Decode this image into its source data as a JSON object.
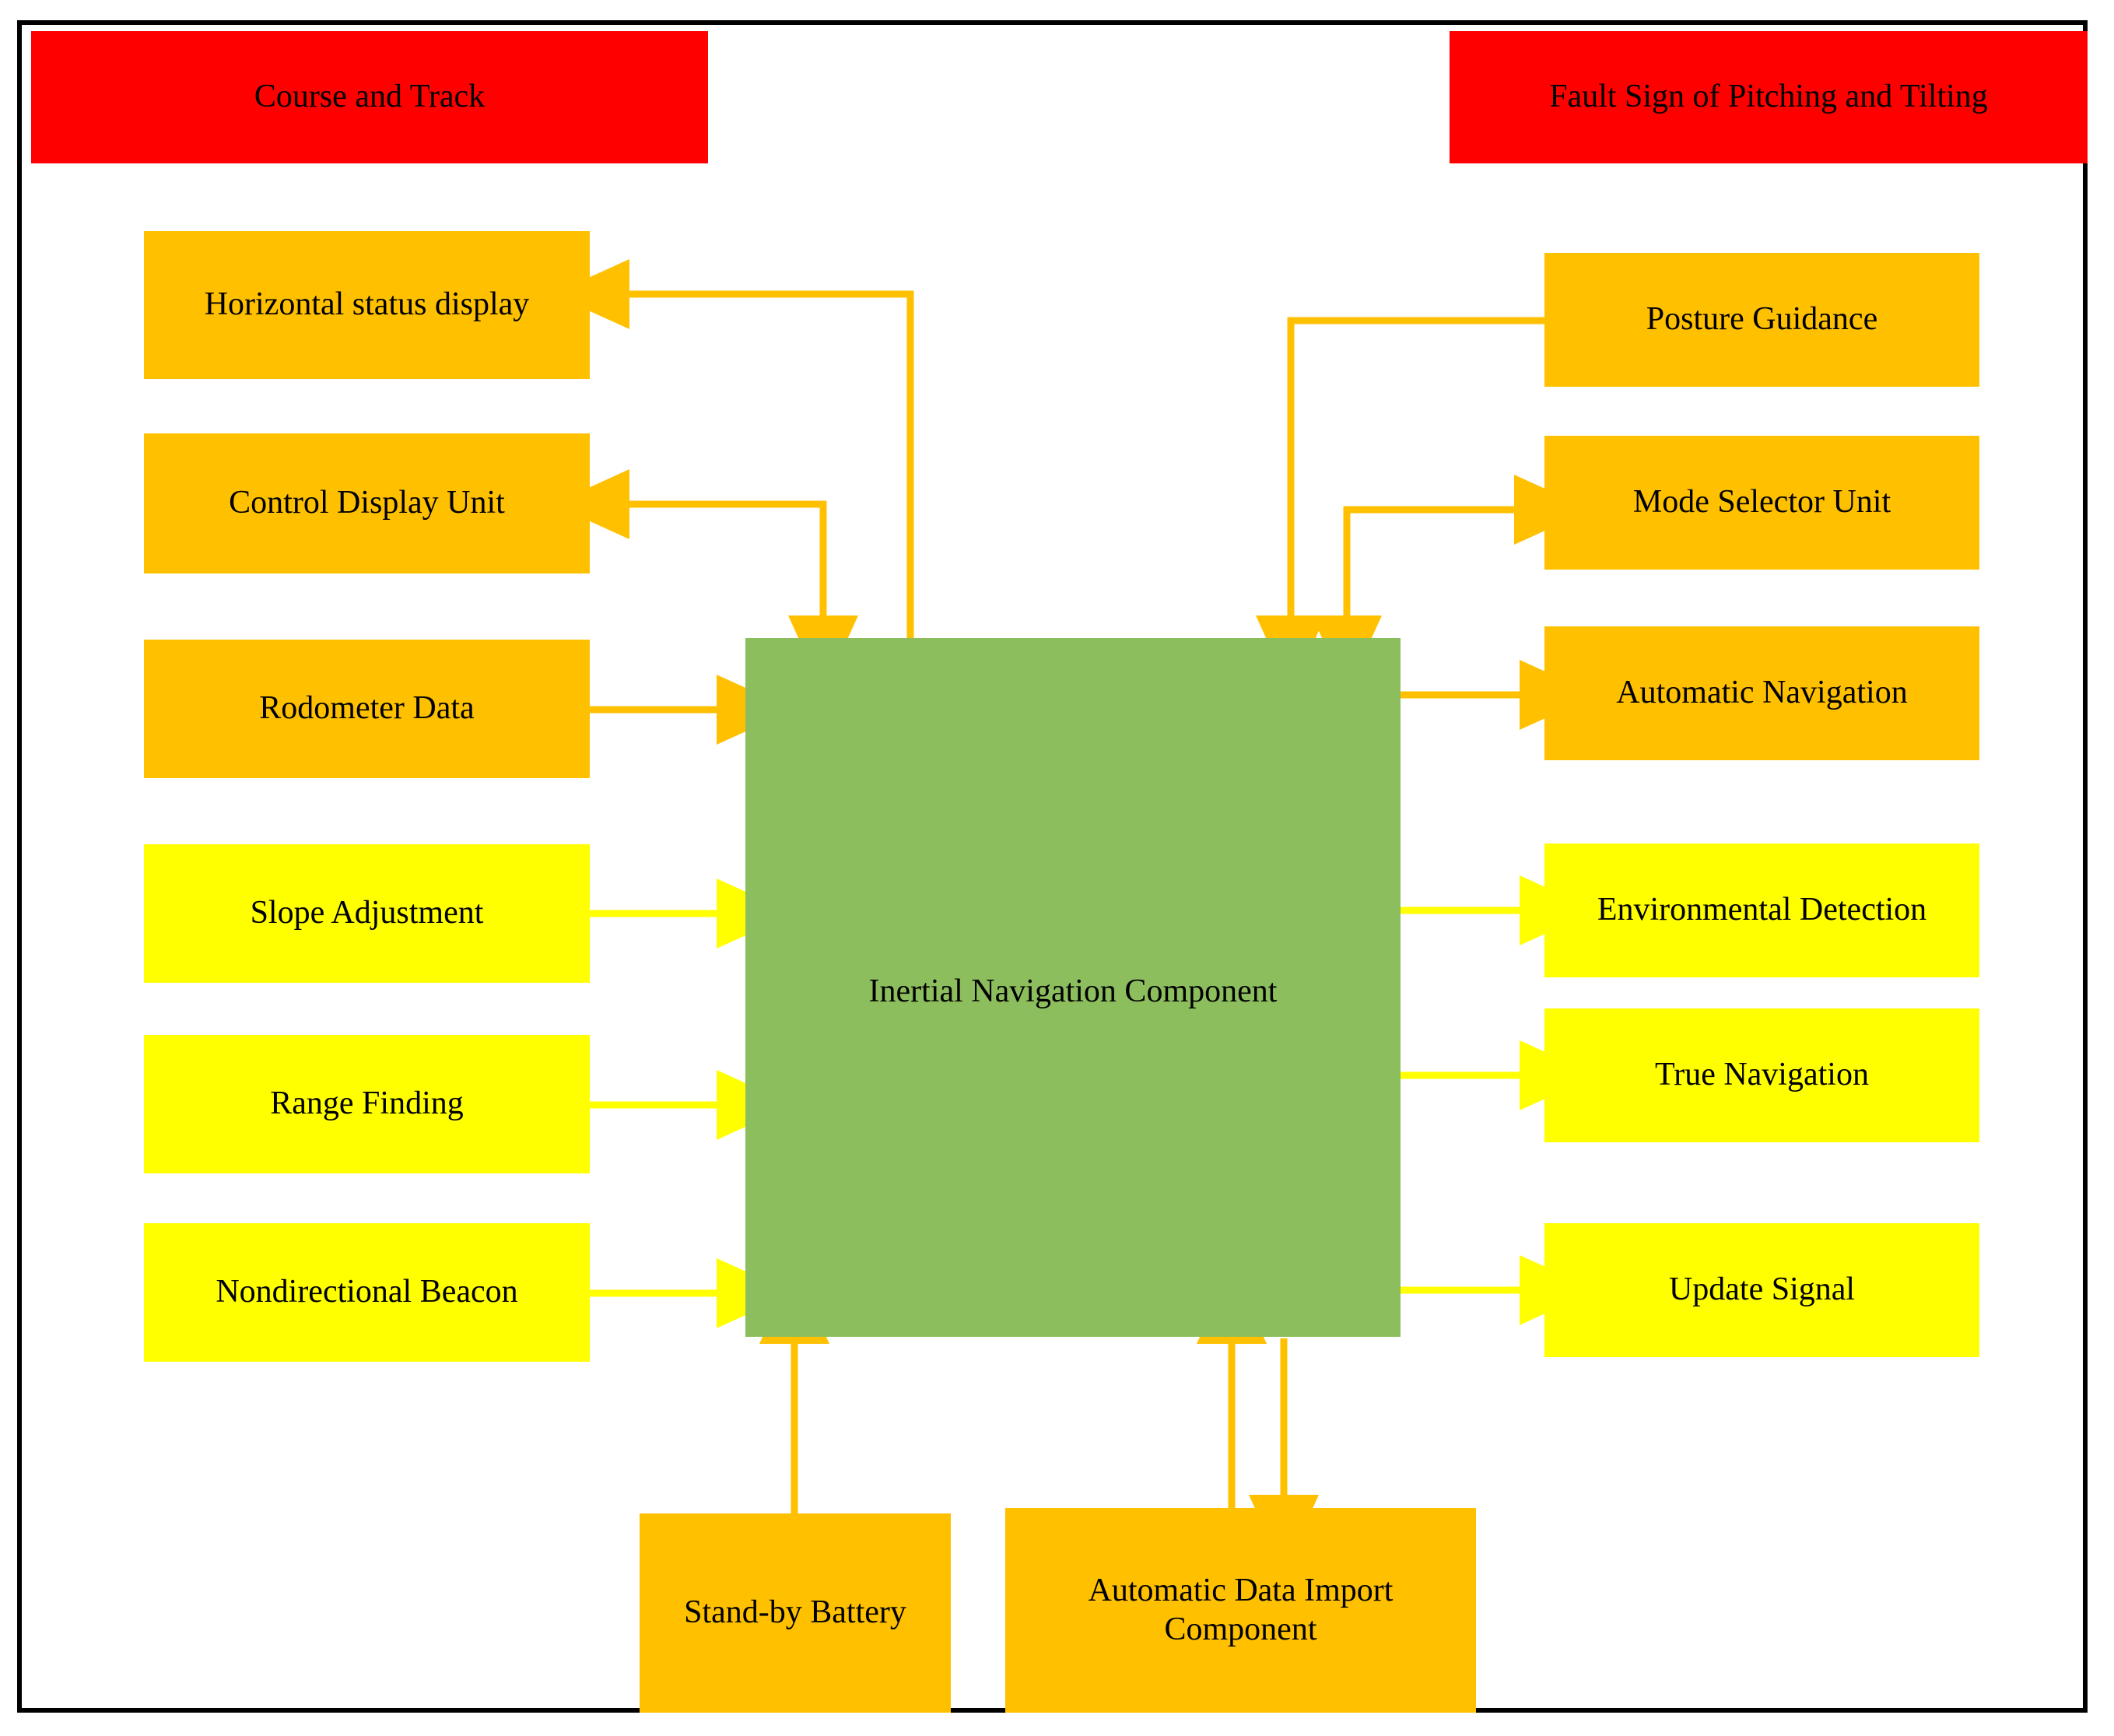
{
  "diagram": {
    "title_left": "Course and Track",
    "title_right": "Fault Sign of Pitching and Tilting",
    "center": "Inertial Navigation Component",
    "colors": {
      "header_red": "#FF0000",
      "orange": "#FFC000",
      "yellow": "#FFFF00",
      "green": "#8CBE5D",
      "frame": "#000000",
      "background": "#FFFFFF"
    },
    "left_nodes": [
      {
        "label": "Horizontal status display",
        "color": "#FFC000"
      },
      {
        "label": "Control Display Unit",
        "color": "#FFC000"
      },
      {
        "label": "Rodometer Data",
        "color": "#FFC000"
      },
      {
        "label": "Slope Adjustment",
        "color": "#FFFF00"
      },
      {
        "label": "Range Finding",
        "color": "#FFFF00"
      },
      {
        "label": "Nondirectional Beacon",
        "color": "#FFFF00"
      }
    ],
    "right_nodes": [
      {
        "label": "Posture Guidance",
        "color": "#FFC000"
      },
      {
        "label": "Mode Selector Unit",
        "color": "#FFC000"
      },
      {
        "label": "Automatic Navigation",
        "color": "#FFC000"
      },
      {
        "label": "Environmental Detection",
        "color": "#FFFF00"
      },
      {
        "label": "True Navigation",
        "color": "#FFFF00"
      },
      {
        "label": "Update Signal",
        "color": "#FFFF00"
      }
    ],
    "bottom_nodes": [
      {
        "label": "Stand-by Battery",
        "color": "#FFC000"
      },
      {
        "label": "Automatic Data Import Component",
        "color": "#FFC000"
      }
    ],
    "edges": [
      {
        "from": "Inertial Navigation Component",
        "to": "Horizontal status display",
        "color": "#FFC000"
      },
      {
        "from": "Inertial Navigation Component",
        "to": "Control Display Unit",
        "color": "#FFC000"
      },
      {
        "from": "Rodometer Data",
        "to": "Inertial Navigation Component",
        "color": "#FFC000"
      },
      {
        "from": "Slope Adjustment",
        "to": "Inertial Navigation Component",
        "color": "#FFFF00"
      },
      {
        "from": "Range Finding",
        "to": "Inertial Navigation Component",
        "color": "#FFFF00"
      },
      {
        "from": "Nondirectional Beacon",
        "to": "Inertial Navigation Component",
        "color": "#FFFF00"
      },
      {
        "from": "Posture Guidance",
        "to": "Inertial Navigation Component",
        "color": "#FFC000"
      },
      {
        "from": "Inertial Navigation Component",
        "to": "Mode Selector Unit",
        "color": "#FFC000"
      },
      {
        "from": "Inertial Navigation Component",
        "to": "Automatic Navigation",
        "color": "#FFC000"
      },
      {
        "from": "Inertial Navigation Component",
        "to": "Environmental Detection",
        "color": "#FFFF00"
      },
      {
        "from": "Inertial Navigation Component",
        "to": "True Navigation",
        "color": "#FFFF00"
      },
      {
        "from": "Inertial Navigation Component",
        "to": "Update Signal",
        "color": "#FFFF00"
      },
      {
        "from": "Stand-by Battery",
        "to": "Inertial Navigation Component",
        "color": "#FFC000"
      },
      {
        "from": "Automatic Data Import Component",
        "to": "Inertial Navigation Component",
        "color": "#FFC000"
      },
      {
        "from": "Inertial Navigation Component",
        "to": "Automatic Data Import Component",
        "color": "#FFC000"
      }
    ]
  }
}
